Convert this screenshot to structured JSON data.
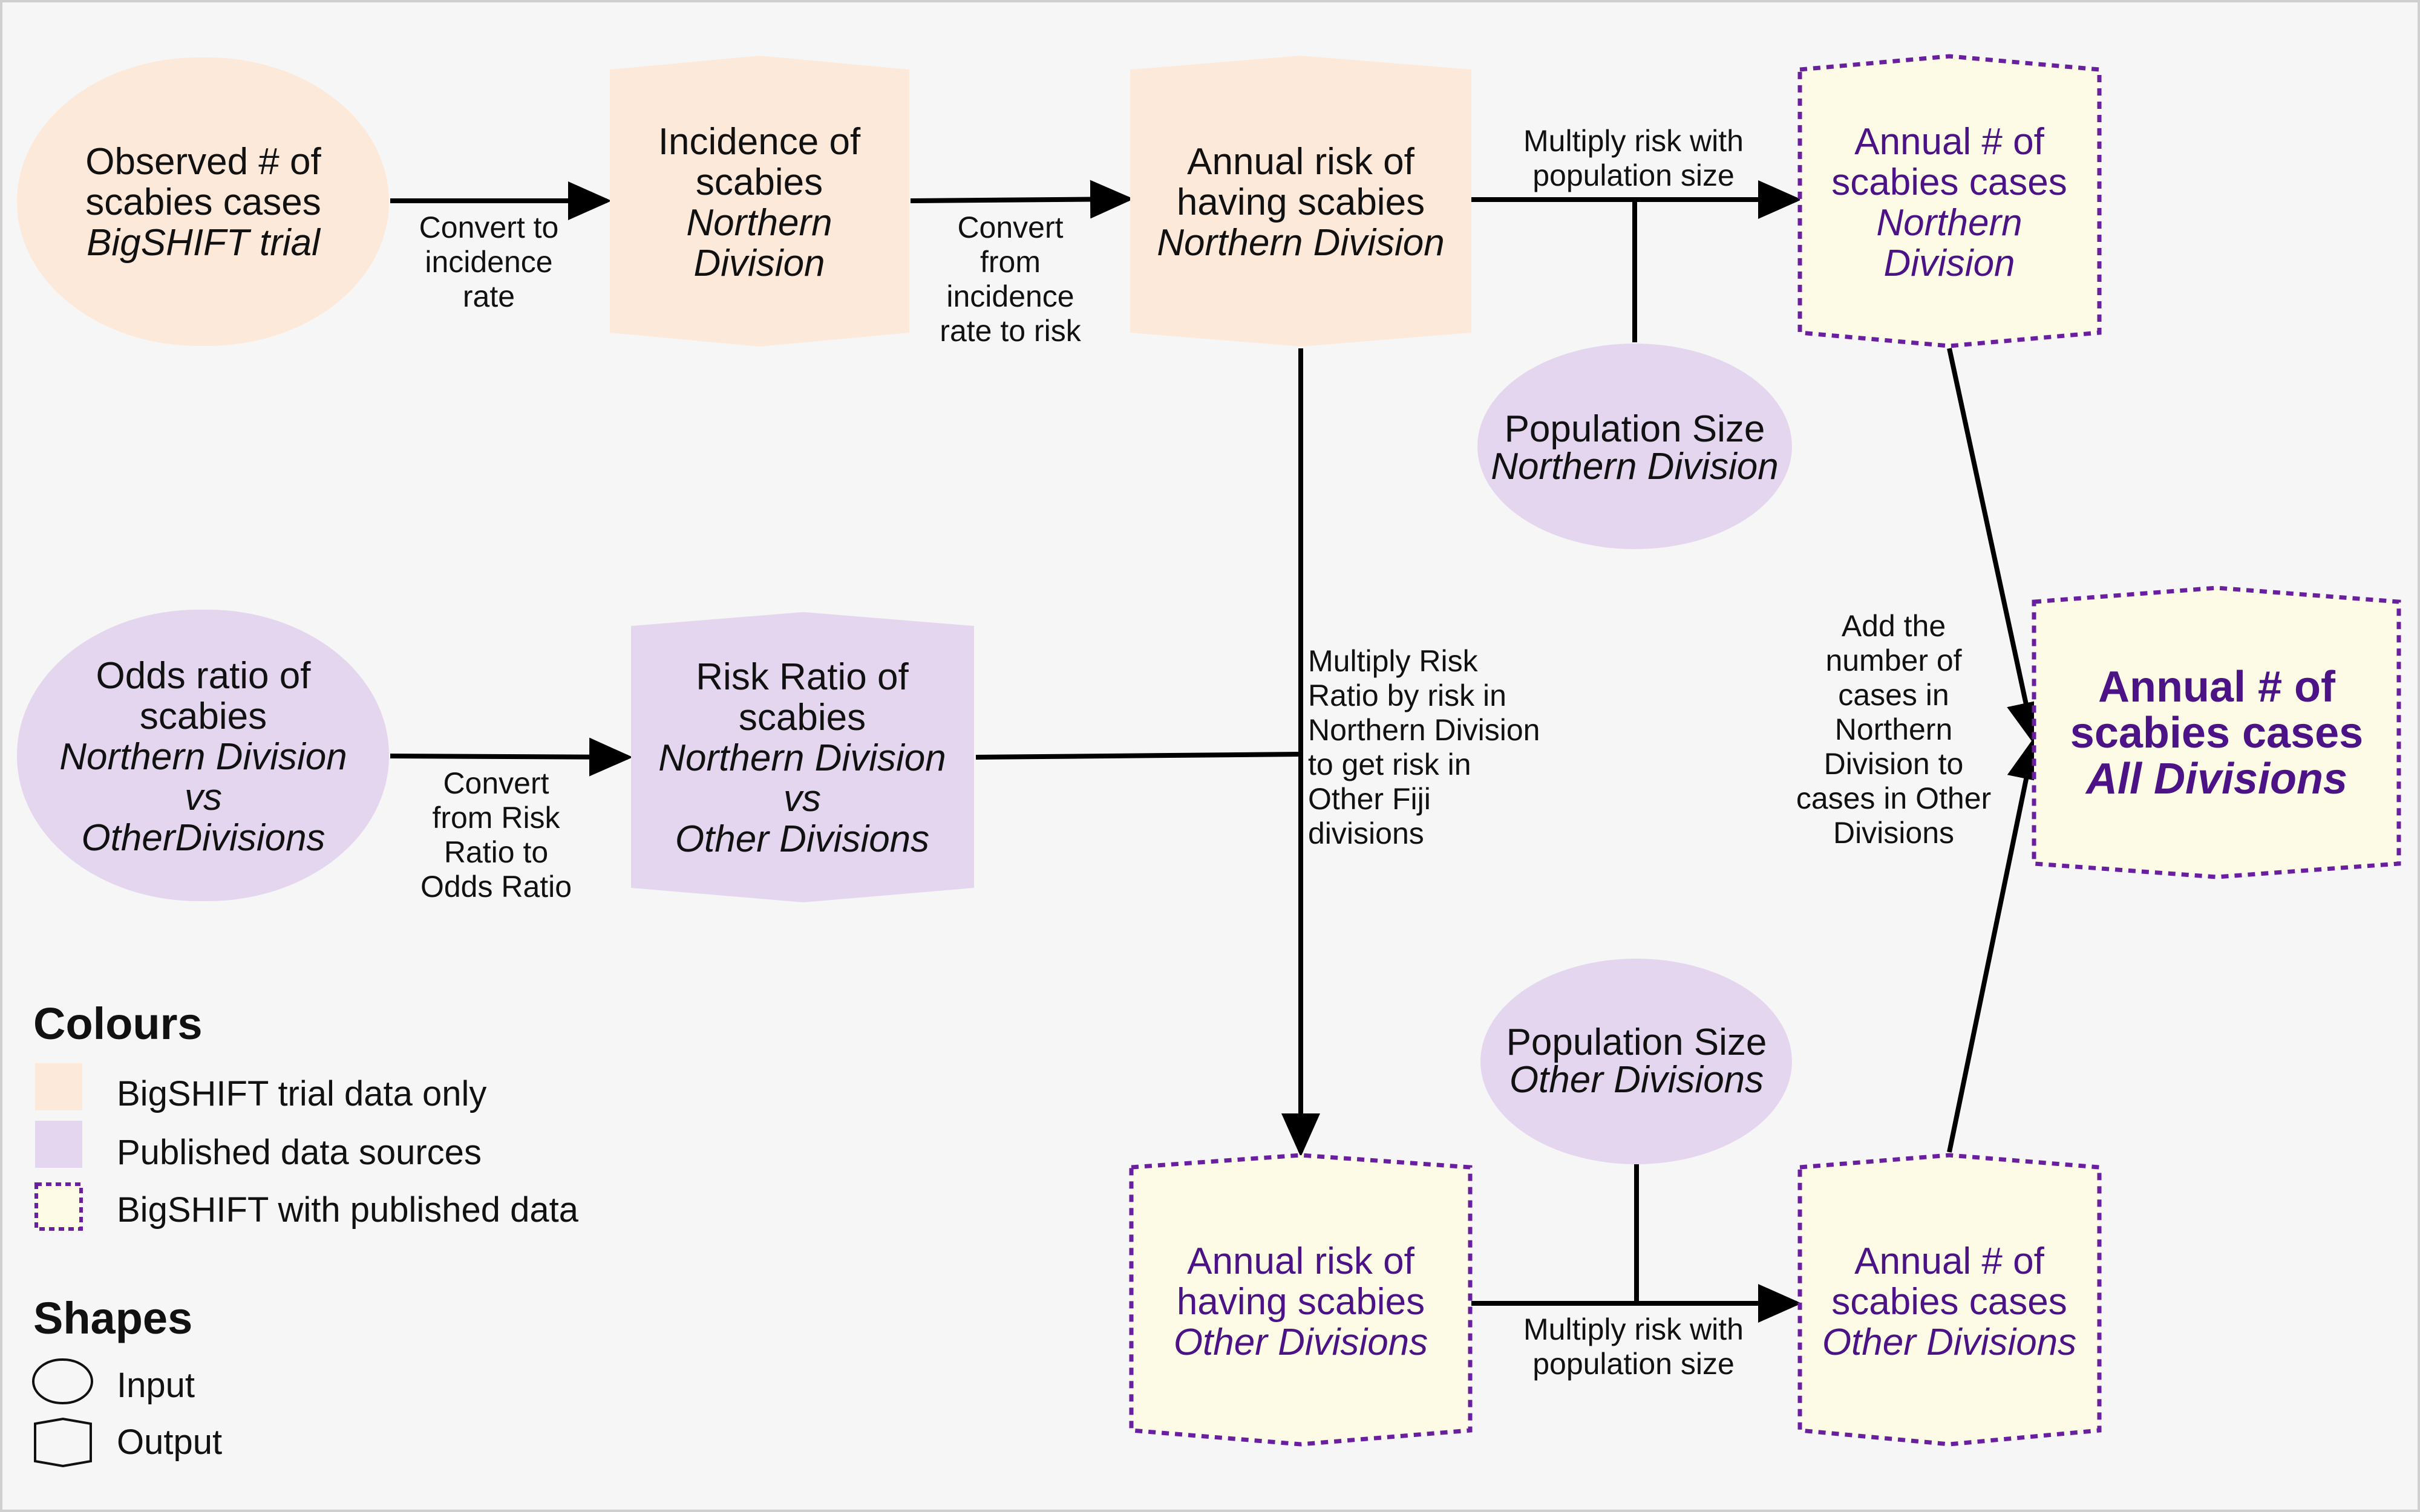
{
  "colors": {
    "trial": "#fde9da",
    "published": "#e4d6ef",
    "combined_fill": "#fdfbe6",
    "combined_border": "#6a1fa0",
    "combined_text": "#4b1386",
    "background": "#f7f6f6"
  },
  "nodes": {
    "observed_cases": {
      "line1": "Observed # of",
      "line2": "scabies cases",
      "line3": "BigSHIFT trial"
    },
    "incidence_northern": {
      "line1": "Incidence of",
      "line2": "scabies",
      "line3": "Northern",
      "line4": "Division"
    },
    "risk_northern": {
      "line1": "Annual risk of",
      "line2": "having scabies",
      "line3": "Northern Division"
    },
    "cases_northern": {
      "line1": "Annual # of",
      "line2": "scabies cases",
      "line3": "Northern",
      "line4": "Division"
    },
    "population_northern": {
      "line1": "Population Size",
      "line2": "Northern Division"
    },
    "odds_ratio": {
      "line1": "Odds ratio of",
      "line2": "scabies",
      "line3": "Northern Division",
      "line4": "vs",
      "line5": "OtherDivisions"
    },
    "risk_ratio": {
      "line1": "Risk Ratio of",
      "line2": "scabies",
      "line3": "Northern Division",
      "line4": "vs",
      "line5": "Other Divisions"
    },
    "cases_all": {
      "line1": "Annual # of",
      "line2": "scabies cases",
      "line3": "All Divisions"
    },
    "population_other": {
      "line1": "Population Size",
      "line2": "Other Divisions"
    },
    "risk_other": {
      "line1": "Annual risk of",
      "line2": "having scabies",
      "line3": "Other Divisions"
    },
    "cases_other": {
      "line1": "Annual # of",
      "line2": "scabies cases",
      "line3": "Other Divisions"
    }
  },
  "edge_labels": {
    "convert_incidence": [
      "Convert to",
      "incidence",
      "rate"
    ],
    "convert_risk": [
      "Convert",
      "from",
      "incidence",
      "rate to risk"
    ],
    "multiply_northern": [
      "Multiply risk with",
      "population size"
    ],
    "convert_or": [
      "Convert",
      "from Risk",
      "Ratio to",
      "Odds Ratio"
    ],
    "multiply_rr": [
      "Multiply Risk",
      "Ratio by risk in",
      "Northern Division",
      "to get risk in",
      "Other Fiji",
      "divisions"
    ],
    "add_cases": [
      "Add the",
      "number of",
      "cases in",
      "Northern",
      "Division to",
      "cases in Other",
      "Divisions"
    ],
    "multiply_other": [
      "Multiply risk with",
      "population size"
    ]
  },
  "legend": {
    "colours_title": "Colours",
    "colour_items": [
      "BigSHIFT trial data only",
      "Published data sources",
      "BigSHIFT with published data"
    ],
    "shapes_title": "Shapes",
    "shape_items": [
      "Input",
      "Output"
    ]
  }
}
